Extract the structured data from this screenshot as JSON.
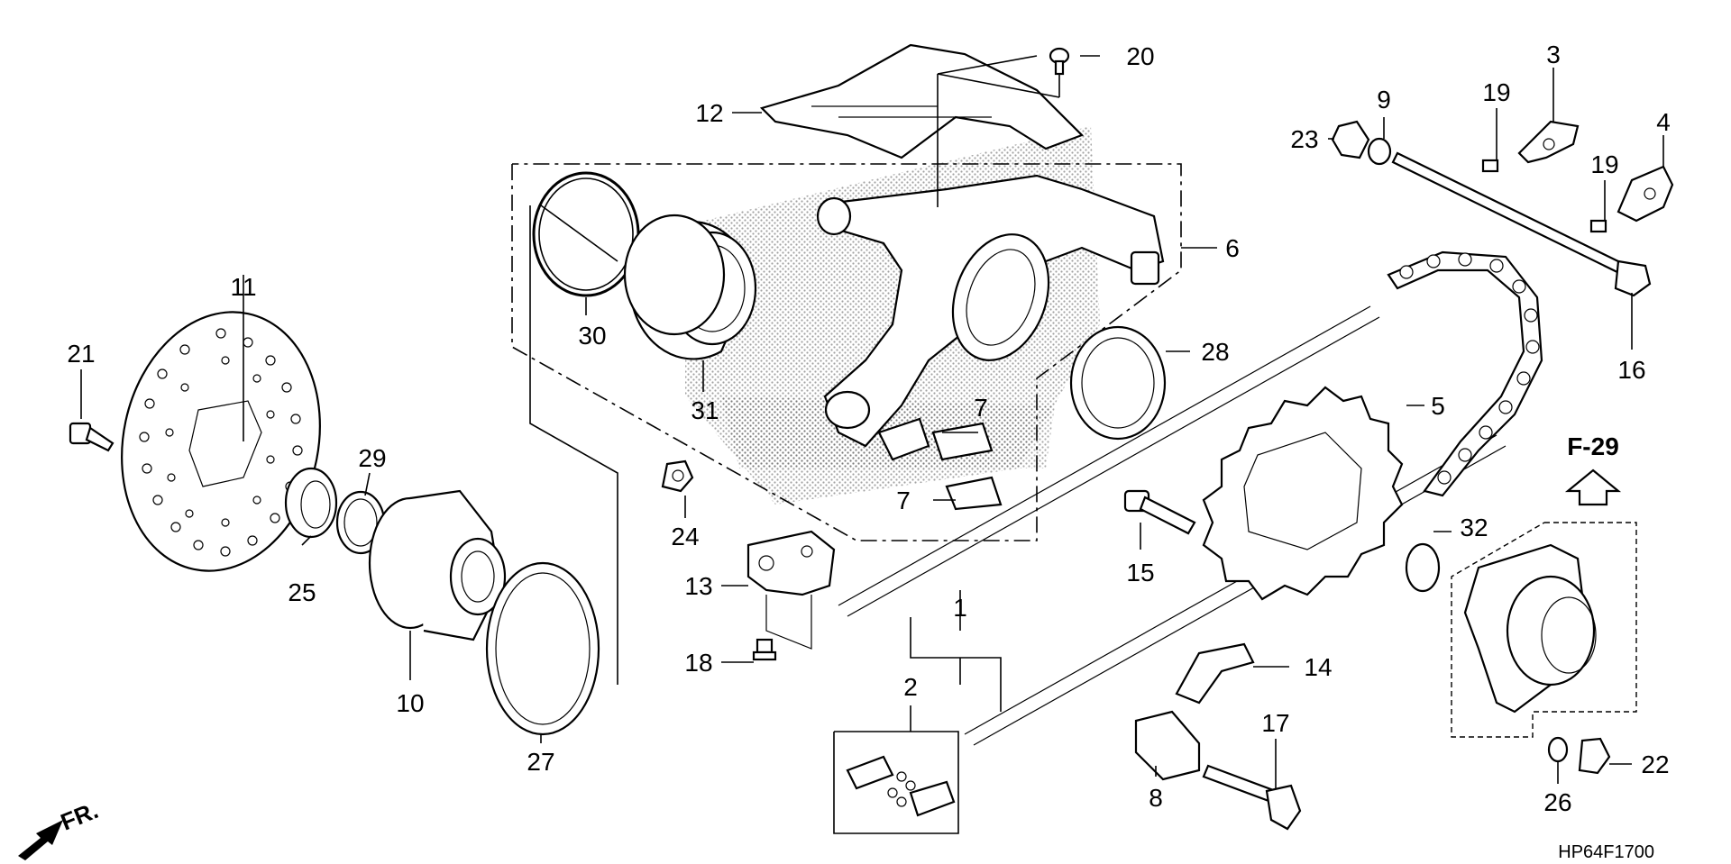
{
  "diagram": {
    "part_numbers": [
      "1",
      "2",
      "3",
      "4",
      "5",
      "6",
      "7",
      "7",
      "8",
      "9",
      "10",
      "11",
      "12",
      "13",
      "14",
      "15",
      "16",
      "17",
      "18",
      "19",
      "19",
      "20",
      "21",
      "22",
      "23",
      "24",
      "25",
      "26",
      "27",
      "28",
      "29",
      "30",
      "31",
      "32"
    ],
    "reference": "F-29",
    "direction": "FR.",
    "drawing_code": "HP64F1700"
  }
}
